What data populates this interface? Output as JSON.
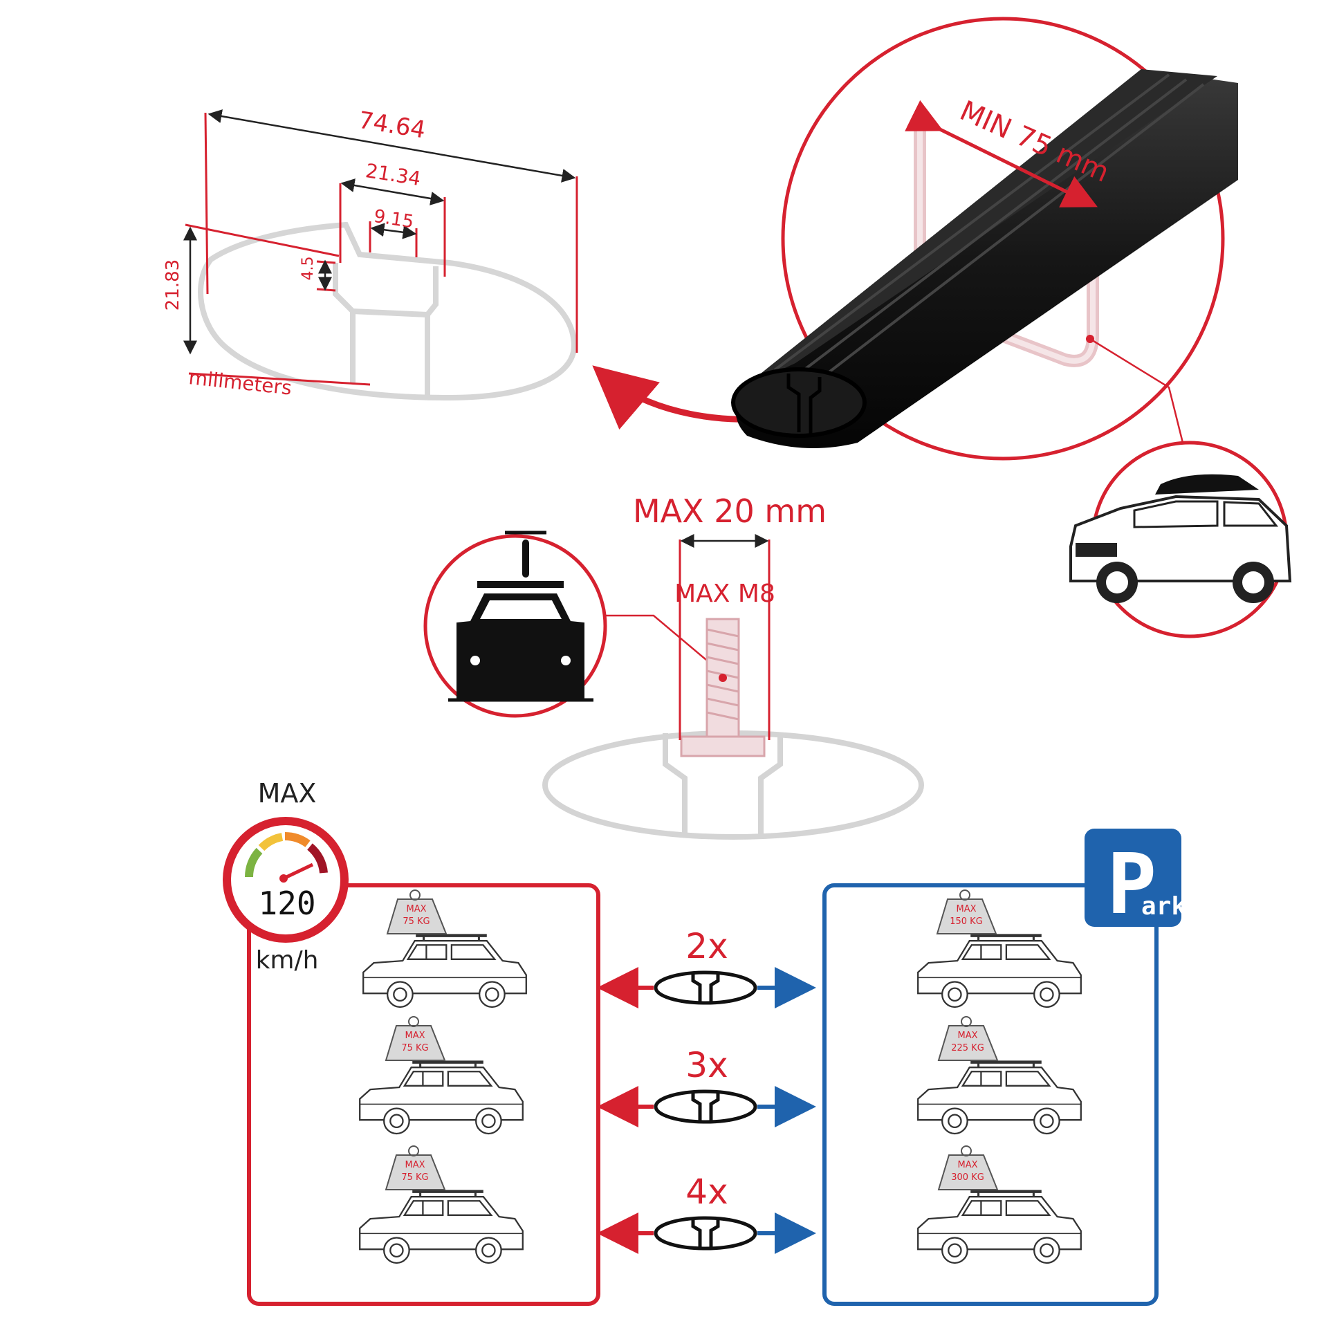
{
  "colors": {
    "red": "#d6212f",
    "blue": "#1f63ad",
    "profile_grey": "#d4d4d4",
    "bar_black": "#141414"
  },
  "profile_dimensions": {
    "unit_label": "milimeters",
    "total_width": "74.64",
    "channel_width": "21.34",
    "slot_width": "9.15",
    "slot_depth": "4.5",
    "height": "21.83"
  },
  "bar_detail": {
    "min_gap_label": "MIN 75 mm"
  },
  "bolt_detail": {
    "max_width_label": "MAX 20 mm",
    "max_bolt_label": "MAX M8"
  },
  "speed_badge": {
    "max_label": "MAX",
    "speed_value": "120",
    "unit": "km/h"
  },
  "park_badge": {
    "letter": "P",
    "suffix": "ark"
  },
  "load_rows": [
    {
      "multiplier": "2x",
      "driving_max": "MAX",
      "driving_load": "75 KG",
      "parked_max": "MAX",
      "parked_load": "150 KG"
    },
    {
      "multiplier": "3x",
      "driving_max": "MAX",
      "driving_load": "75 KG",
      "parked_max": "MAX",
      "parked_load": "225 KG"
    },
    {
      "multiplier": "4x",
      "driving_max": "MAX",
      "driving_load": "75 KG",
      "parked_max": "MAX",
      "parked_load": "300 KG"
    }
  ],
  "icons": [
    "bar-profile-icon",
    "roof-bar-icon",
    "u-bolt-icon",
    "suv-roof-box-icon",
    "car-bike-rack-icon",
    "t-bolt-icon",
    "speedometer-icon",
    "parking-sign-icon",
    "weight-icon",
    "suv-icon",
    "curved-arrow-icon"
  ]
}
